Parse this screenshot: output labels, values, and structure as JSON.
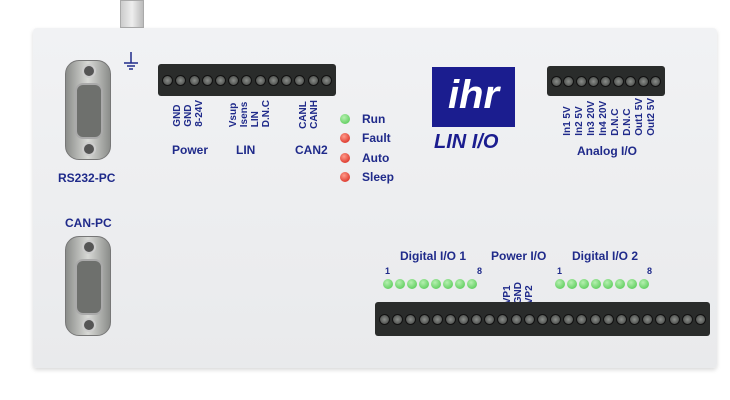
{
  "ports": {
    "rs232": "RS232-PC",
    "can": "CAN-PC"
  },
  "power": {
    "title": "Power",
    "pins": [
      "GND",
      "GND",
      "8-24V"
    ]
  },
  "lin": {
    "title": "LIN",
    "pins": [
      "Vsup",
      "Isens",
      "LIN",
      "D.N.C"
    ]
  },
  "can2": {
    "title": "CAN2",
    "pins": [
      "CANL",
      "CANH"
    ]
  },
  "status_leds": [
    {
      "label": "Run",
      "color": "#47c447"
    },
    {
      "label": "Fault",
      "color": "#d21a10"
    },
    {
      "label": "Auto",
      "color": "#d21a10"
    },
    {
      "label": "Sleep",
      "color": "#d21a10"
    }
  ],
  "logo": {
    "brand": "ihr",
    "product": "LIN I/O"
  },
  "analog": {
    "title": "Analog I/O",
    "pins": [
      "In1  5V",
      "In2  5V",
      "In3  20V",
      "In4  20V",
      "D.N.C",
      "D.N.C",
      "Out1  5V",
      "Out2  5V"
    ]
  },
  "digital1": {
    "title": "Digital I/O 1",
    "first": "1",
    "last": "8"
  },
  "powerio": {
    "title": "Power I/O",
    "pins": [
      "VP1",
      "GND",
      "VP2"
    ]
  },
  "digital2": {
    "title": "Digital I/O 2",
    "first": "1",
    "last": "8"
  }
}
